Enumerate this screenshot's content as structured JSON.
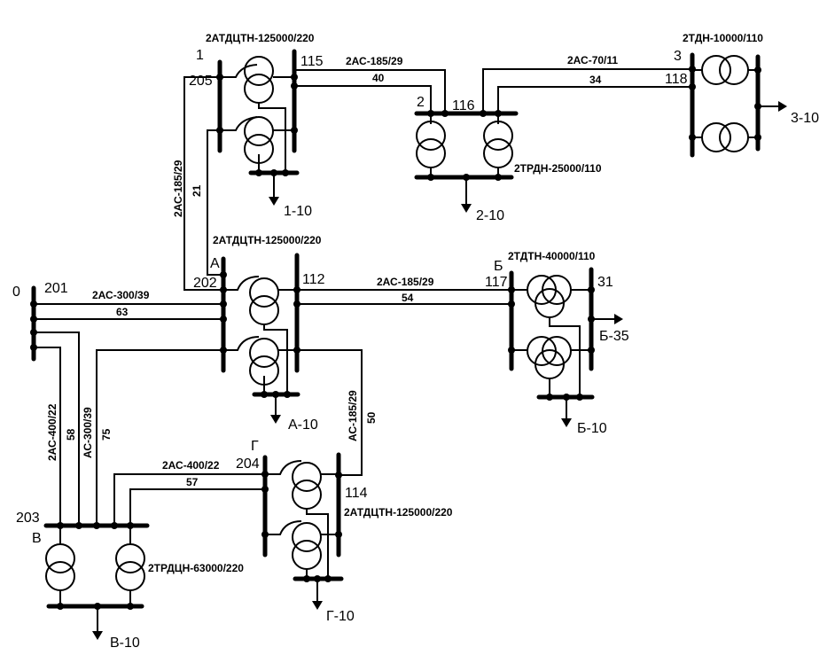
{
  "title": "Power network single-line diagram",
  "colors": {
    "ink": "#000000",
    "background": "#ffffff"
  },
  "substations": {
    "s1": {
      "name": "1",
      "hv_node": "205",
      "mv_node": "115",
      "transformer": "2АТДЦТН-125000/220",
      "load": "1-10"
    },
    "s2": {
      "name": "2",
      "node": "116",
      "transformer": "2ТРДН-25000/110",
      "load": "2-10"
    },
    "s3": {
      "name": "3",
      "node": "118",
      "transformer": "2ТДН-10000/110",
      "load": "3-10"
    },
    "sA": {
      "name": "А",
      "hv_node": "202",
      "mv_node": "112",
      "transformer": "2АТДЦТН-125000/220",
      "load": "А-10"
    },
    "sB": {
      "name": "Б",
      "hv_node": "117",
      "mv_node": "31",
      "transformer": "2ТДТН-40000/110",
      "load_mv": "Б-35",
      "load_lv": "Б-10"
    },
    "sV": {
      "name": "В",
      "node": "203",
      "transformer": "2ТРДЦН-63000/220",
      "load": "В-10"
    },
    "sG": {
      "name": "Г",
      "hv_node": "204",
      "mv_node": "114",
      "transformer": "2АТДЦТН-125000/220",
      "load": "Г-10"
    },
    "s0": {
      "name": "0",
      "node": "201"
    }
  },
  "lines": {
    "l115_116": {
      "wire": "2АС-185/29",
      "length": "40"
    },
    "l116_118": {
      "wire": "2АС-70/11",
      "length": "34"
    },
    "l205_202": {
      "wire": "2АС-185/29",
      "length": "21"
    },
    "l201_202": {
      "wire": "2АС-300/39",
      "length": "63"
    },
    "l112_117": {
      "wire": "2АС-185/29",
      "length": "54"
    },
    "l201_203": {
      "wire": "2АС-400/22",
      "length": "58"
    },
    "l202_203": {
      "wire": "АС-300/39",
      "length": "75"
    },
    "l112_114": {
      "wire": "АС-185/29",
      "length": "50"
    },
    "l203_204": {
      "wire": "2АС-400/22",
      "length": "57"
    }
  }
}
